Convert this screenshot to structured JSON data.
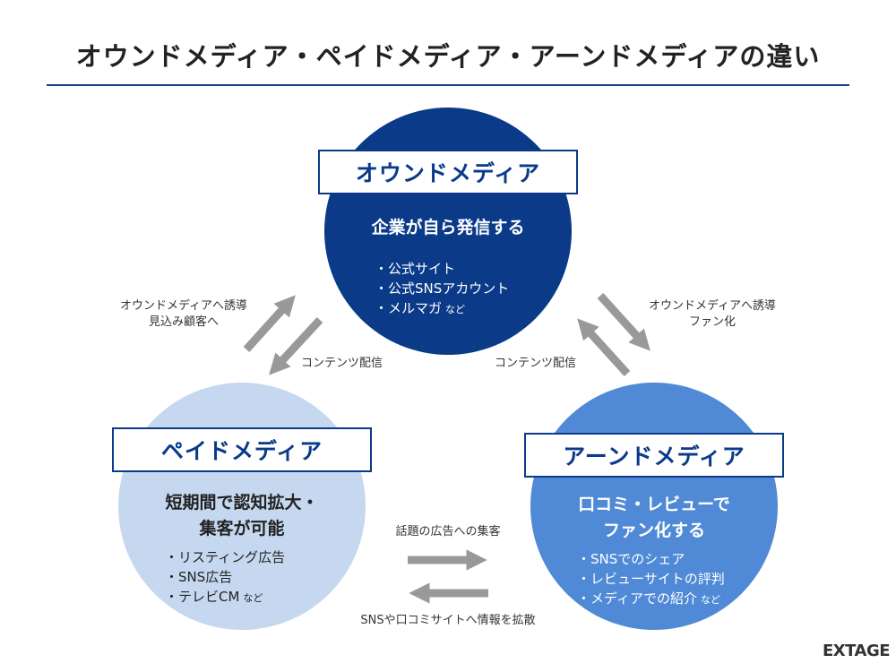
{
  "title": "オウンドメディア・ペイドメディア・アーンドメディアの違い",
  "colors": {
    "owned": "#0b3a88",
    "paid": "#c6d8f0",
    "earned": "#508ad6",
    "arrow": "#999999",
    "accent": "#1b3f8f"
  },
  "owned": {
    "label": "オウンドメディア",
    "lead": "企業が自ら発信する",
    "items": [
      "・公式サイト",
      "・公式SNSアカウント",
      "・メルマガ"
    ],
    "suffix": "など"
  },
  "paid": {
    "label": "ペイドメディア",
    "lead1": "短期間で認知拡大・",
    "lead2": "集客が可能",
    "items": [
      "・リスティング広告",
      "・SNS広告",
      "・テレビCM"
    ],
    "suffix": "など"
  },
  "earned": {
    "label": "アーンドメディア",
    "lead1": "口コミ・レビューで",
    "lead2": "ファン化する",
    "items": [
      "・SNSでのシェア",
      "・レビューサイトの評判",
      "・メディアでの紹介"
    ],
    "suffix": "など"
  },
  "captions": {
    "paid_to_owned1": "オウンドメディアへ誘導",
    "paid_to_owned2": "見込み顧客へ",
    "owned_to_paid": "コンテンツ配信",
    "earned_to_owned1": "オウンドメディアへ誘導",
    "earned_to_owned2": "ファン化",
    "owned_to_earned": "コンテンツ配信",
    "paid_to_earned": "話題の広告への集客",
    "earned_to_paid": "SNSや口コミサイトへ情報を拡散"
  },
  "logo": "EXTAGE"
}
